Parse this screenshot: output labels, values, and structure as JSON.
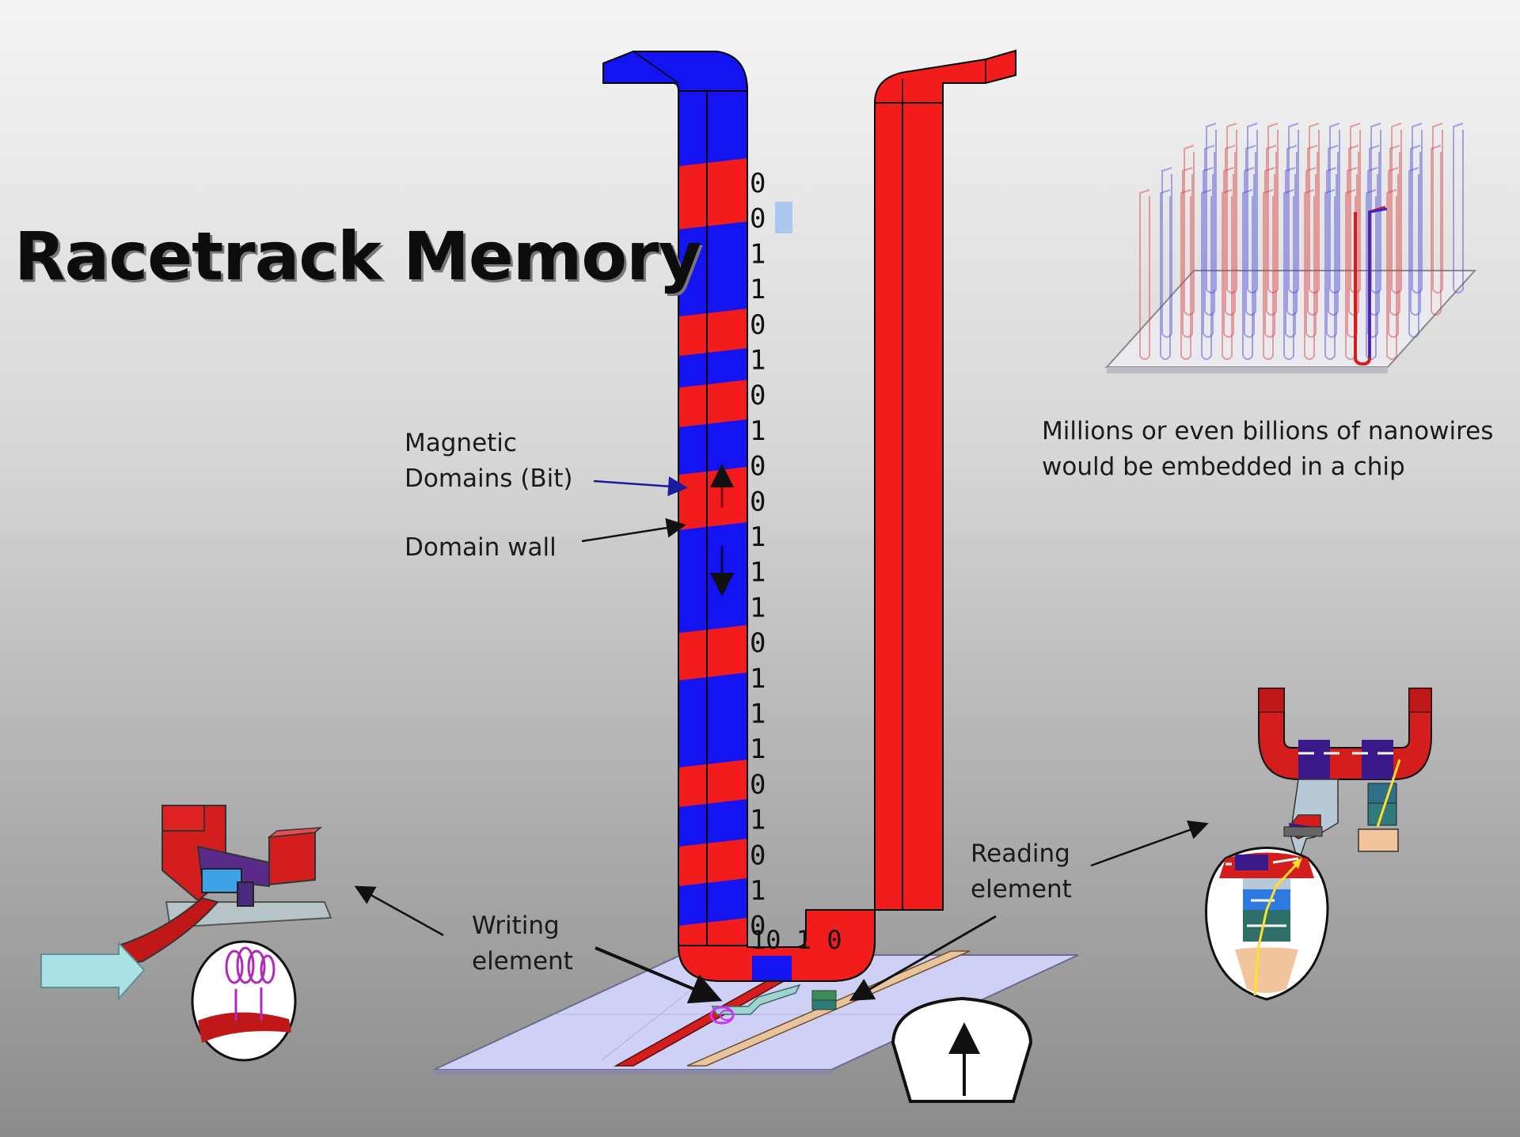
{
  "title": "Racetrack Memory",
  "labels": {
    "magnetic_domains_line1": "Magnetic",
    "magnetic_domains_line2": "Domains (Bit)",
    "domain_wall": "Domain wall",
    "writing_line1": "Writing",
    "writing_line2": "element",
    "reading_line1": "Reading",
    "reading_line2": "element",
    "nanowires_line1": "Millions or even billions of nanowires",
    "nanowires_line2": "would be embedded in a chip"
  },
  "bit_sequence": [
    "0",
    "0",
    "1",
    "1",
    "0",
    "1",
    "0",
    "1",
    "0",
    "0",
    "1",
    "1",
    "1",
    "0",
    "1",
    "1",
    "1",
    "0",
    "1",
    "0",
    "1",
    "0"
  ],
  "bottom_bits": "10 1 0",
  "colors": {
    "domain_red": "#f21c1c",
    "domain_blue": "#1414f2",
    "substrate": "#c9c9ef",
    "write_line": "#d41e1e",
    "read_line": "#e8c49a",
    "arrow": "#111111"
  }
}
